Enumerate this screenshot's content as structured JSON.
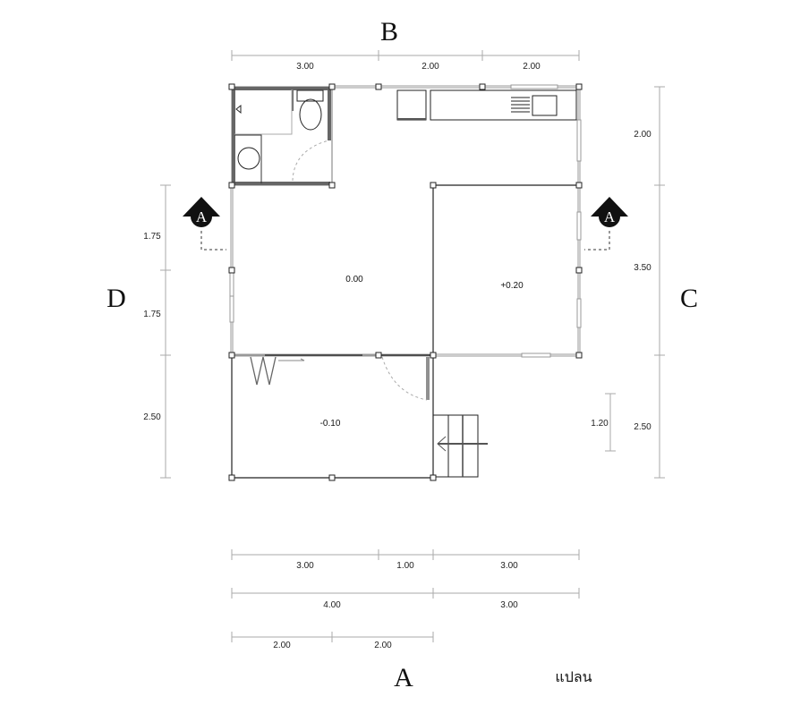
{
  "title": "แปลน",
  "grid_labels": {
    "top": "B",
    "left": "D",
    "right": "C",
    "bottom": "A"
  },
  "section_markers": {
    "left": "A",
    "right": "A"
  },
  "room_levels": {
    "living": "0.00",
    "bedroom": "+0.20",
    "terrace": "-0.10"
  },
  "dimensions": {
    "top": [
      "3.00",
      "2.00",
      "2.00"
    ],
    "left": [
      "1.75",
      "1.75",
      "2.50"
    ],
    "right": [
      "2.00",
      "3.50",
      "2.50"
    ],
    "stair": "1.20",
    "bottom_row1": [
      "3.00",
      "1.00",
      "3.00"
    ],
    "bottom_row2": [
      "4.00",
      "3.00"
    ],
    "bottom_row3": [
      "2.00",
      "2.00"
    ]
  }
}
